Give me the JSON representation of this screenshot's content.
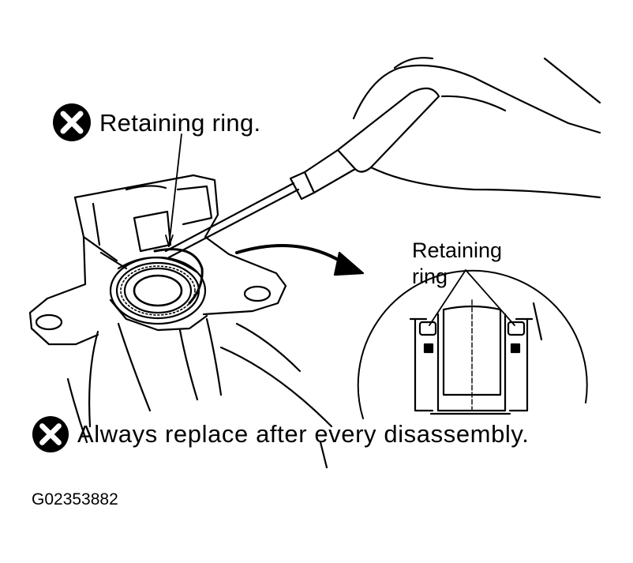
{
  "callouts": {
    "retaining_ring": "Retaining ring.",
    "inset_line1": "Retaining",
    "inset_line2": "ring",
    "replace_note": "Always replace after every disassembly.",
    "figure_code": "G02353882"
  },
  "icons": {
    "warning_badge": "x-circle-icon"
  },
  "colors": {
    "ink": "#000000",
    "paper": "#ffffff"
  }
}
